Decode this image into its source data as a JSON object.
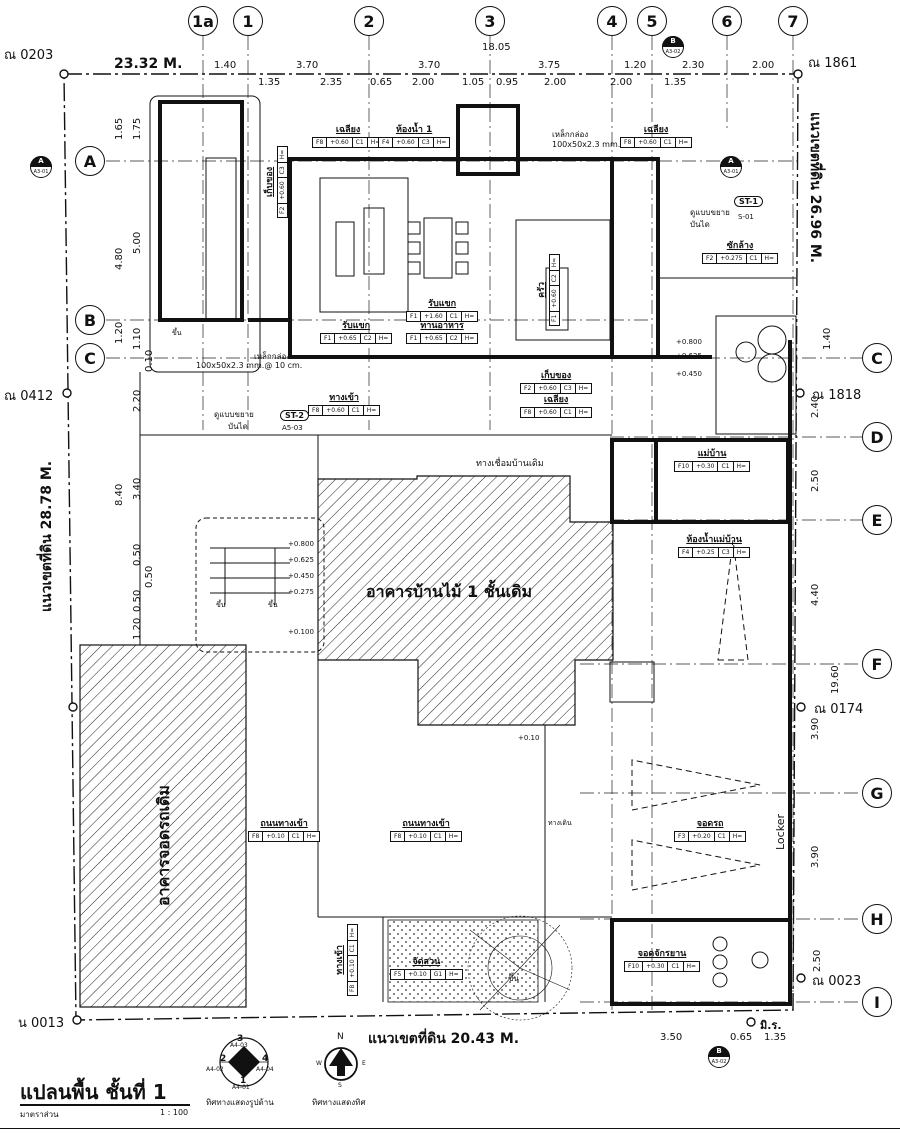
{
  "grid_columns": [
    {
      "id": "1a",
      "label": "1a"
    },
    {
      "id": "1",
      "label": "1"
    },
    {
      "id": "2",
      "label": "2"
    },
    {
      "id": "3",
      "label": "3"
    },
    {
      "id": "4",
      "label": "4"
    },
    {
      "id": "5",
      "label": "5"
    },
    {
      "id": "6",
      "label": "6"
    },
    {
      "id": "7",
      "label": "7"
    }
  ],
  "grid_rows_left": [
    {
      "id": "A",
      "label": "A"
    },
    {
      "id": "B",
      "label": "B"
    },
    {
      "id": "C",
      "label": "C"
    }
  ],
  "grid_rows_right": [
    {
      "id": "C",
      "label": "C"
    },
    {
      "id": "D",
      "label": "D"
    },
    {
      "id": "E",
      "label": "E"
    },
    {
      "id": "F",
      "label": "F"
    },
    {
      "id": "G",
      "label": "G"
    },
    {
      "id": "H",
      "label": "H"
    },
    {
      "id": "I",
      "label": "I"
    }
  ],
  "top_overall_dim": "18.05",
  "top_dims_row1": [
    "1.40",
    "3.70",
    "3.70",
    "3.75",
    "1.20",
    "2.30",
    "2.00"
  ],
  "top_dims_row2": [
    "1.35",
    "2.35",
    "0.65",
    "2.00",
    "1.05",
    "0.95",
    "2.00",
    "2.00",
    "1.35"
  ],
  "left_dims": [
    "1.65",
    "1.75",
    "5.00",
    "4.80",
    "1.10",
    "1.20",
    "0.10",
    "2.20",
    "3.40",
    "8.40",
    "0.50",
    "0.50",
    "0.50",
    "1.20"
  ],
  "right_dims": [
    "1.40",
    "2.40",
    "2.50",
    "4.40",
    "19.60",
    "3.90",
    "3.90",
    "2.50"
  ],
  "bottom_dims": [
    "3.50",
    "0.65",
    "1.35"
  ],
  "coordinates": {
    "top_left": "ณ 0203",
    "top_right": "ณ 1861",
    "left_mid": "ณ 0412",
    "right_mid": "ณ 1818",
    "right_lower": "ณ 0174",
    "right_bottom": "ณ 0023",
    "bottom_left": "น 0013"
  },
  "boundaries": {
    "top": "23.32 M.",
    "right": "แนวเขตที่ดิน 26.96 M.",
    "left": "แนวเขตที่ดิน 28.78 M.",
    "bottom": "แนวเขตที่ดิน 20.43 M."
  },
  "rooms": [
    {
      "name": "เฉลียง",
      "tag": [
        "F8",
        "+0.60",
        "C1",
        "H="
      ]
    },
    {
      "name": "ห้องน้ำ 1",
      "tag": [
        "F4",
        "+0.60",
        "C3",
        "H="
      ]
    },
    {
      "name": "เฉลียง",
      "tag": [
        "F8",
        "+0.60",
        "C1",
        "H="
      ]
    },
    {
      "name": "เก็บของ",
      "tag": [
        "F2",
        "+0.60",
        "C3",
        "H="
      ]
    },
    {
      "name": "รับแขก",
      "tag": [
        "F1",
        "+1.60",
        "C1",
        "H="
      ]
    },
    {
      "name": "ทานอาหาร",
      "tag": [
        "F1",
        "+0.65",
        "C2",
        "H="
      ]
    },
    {
      "name": "รับแขก",
      "tag": [
        "F1",
        "+0.65",
        "C2",
        "H="
      ]
    },
    {
      "name": "ครัว",
      "tag": [
        "F1",
        "+0.60",
        "C2",
        "H="
      ]
    },
    {
      "name": "ซักล้าง",
      "tag": [
        "F2",
        "+0.275",
        "C1",
        "H="
      ]
    },
    {
      "name": "เก็บของ",
      "tag": [
        "F2",
        "+0.60",
        "C3",
        "H="
      ]
    },
    {
      "name": "เฉลียง",
      "tag": [
        "F8",
        "+0.60",
        "C1",
        "H="
      ]
    },
    {
      "name": "ทางเข้า",
      "tag": [
        "F8",
        "+0.60",
        "C1",
        "H="
      ]
    },
    {
      "name": "แม่บ้าน",
      "tag": [
        "F10",
        "+0.30",
        "C1",
        "H="
      ]
    },
    {
      "name": "ห้องน้ำแม่บ้าน",
      "tag": [
        "F4",
        "+0.25",
        "C3",
        "H="
      ]
    },
    {
      "name": "ถนนทางเข้า",
      "tag": [
        "F8",
        "+0.10",
        "C1",
        "H="
      ]
    },
    {
      "name": "ถนนทางเข้า",
      "tag": [
        "F8",
        "+0.10",
        "C1",
        "H="
      ]
    },
    {
      "name": "จอดรถ",
      "tag": [
        "F3",
        "+0.20",
        "C1",
        "H="
      ]
    },
    {
      "name": "จัดสวน",
      "tag": [
        "F5",
        "+0.10",
        "G1",
        "H="
      ]
    },
    {
      "name": "ทางเข้า",
      "tag": [
        "F8",
        "+0.10",
        "C1",
        "H="
      ]
    },
    {
      "name": "จอดจักรยาน",
      "tag": [
        "F10",
        "+0.30",
        "C1",
        "H="
      ]
    }
  ],
  "labels": {
    "existing_building": "อาคารบ้านไม้ 1 ชั้นเดิม",
    "existing_parking": "อาคารจอดรถเดิม",
    "connect_old": "ทางเชื่อมบ้านเดิม",
    "steel_box_1": "เหล็กกล่อง",
    "steel_box_1_size": "100x50x2.3 mm.",
    "steel_box_2": "เหล็กกล่อง",
    "steel_box_2_size": "100x50x2.3 mm.@ 10 cm.",
    "stair_detail_1": "ดูแบบขยาย",
    "stair_detail_1b": "บันได",
    "stair_detail_2": "ดูแบบขยาย",
    "stair_detail_2b": "บันได",
    "st1": "ST-1",
    "st1_ref": "S-01",
    "st2": "ST-2",
    "st2_ref": "A5-03",
    "locker": "Locker",
    "walkway": "ทางเดิน",
    "meter": "มิ.ร.",
    "stair_up": "ขึ้น",
    "levels_stair": [
      "+0.800",
      "+0.625",
      "+0.450",
      "+0.275",
      "+0.100"
    ],
    "kitchen_levels": [
      "+0.800",
      "+0.625",
      "+0.450"
    ],
    "level_010": "+0.10"
  },
  "section_marks": [
    {
      "letter": "A",
      "ref": "A3-01"
    },
    {
      "letter": "A",
      "ref": "A3-01"
    },
    {
      "letter": "B",
      "ref": "A3-02"
    },
    {
      "letter": "B",
      "ref": "A3-02"
    }
  ],
  "legend": {
    "elevation_key_title": "ทิศทางแสดงรูปด้าน",
    "elevation_refs": [
      "A4-03",
      "A4-02",
      "A4-04",
      "A4-01"
    ],
    "elevation_nums": [
      "3",
      "2",
      "4",
      "1"
    ],
    "compass_title": "ทิศทางแสดงทิศ",
    "compass_n": "N",
    "compass_s": "S",
    "compass_e": "E",
    "compass_w": "W"
  },
  "title": {
    "main": "แปลนพื้น ชั้นที่ 1",
    "scale_label": "มาตราส่วน",
    "scale_value": "1 : 100"
  }
}
